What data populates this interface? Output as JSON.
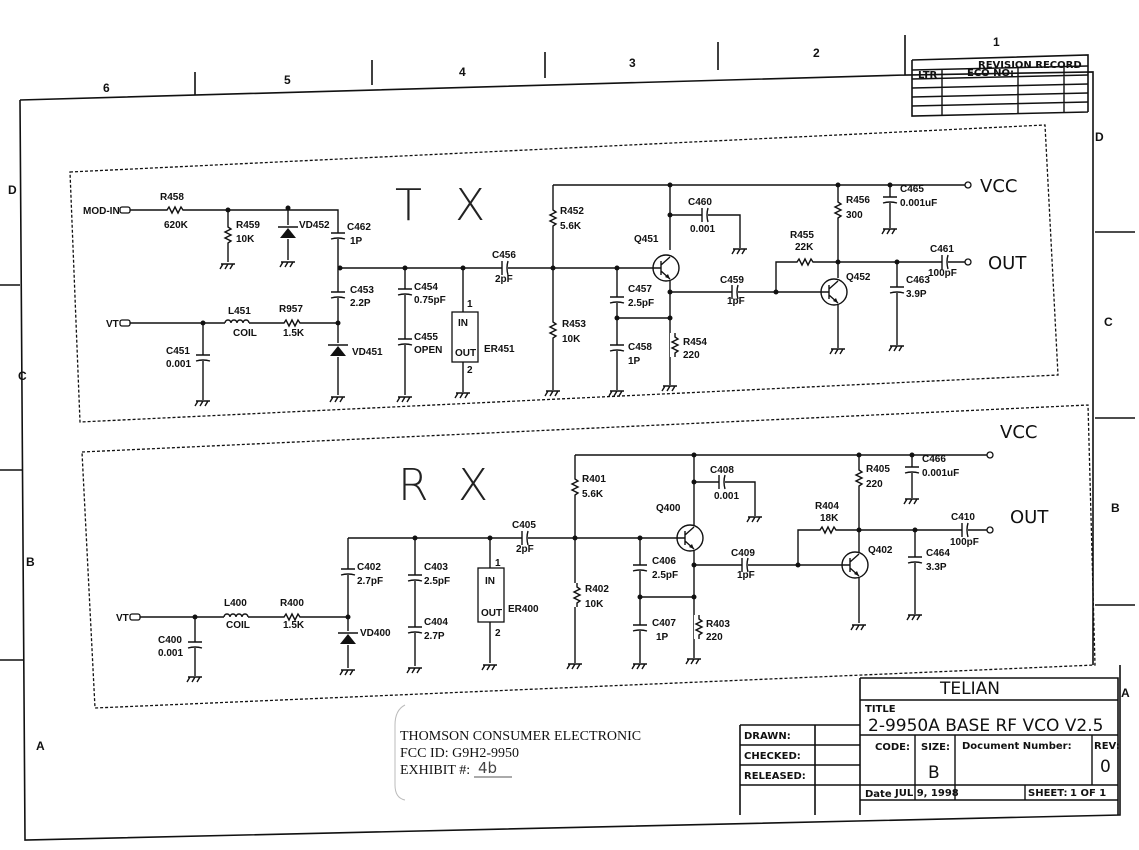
{
  "sheet": {
    "zones_top": [
      "6",
      "5",
      "4",
      "3",
      "2",
      "1"
    ],
    "zones_side": [
      "D",
      "C",
      "B",
      "A"
    ]
  },
  "revision_record": {
    "title": "REVISION RECORD",
    "ltr": "LTR",
    "eco": "ECO NO:"
  },
  "tx": {
    "title_t": "T",
    "title_x": "X",
    "mod_in": "MOD-IN",
    "vt": "VT",
    "vcc": "VCC",
    "out": "OUT",
    "r458": [
      "R458",
      "620K"
    ],
    "r459": [
      "R459",
      "10K"
    ],
    "vd452": "VD452",
    "c462": [
      "C462",
      "1P"
    ],
    "c453": [
      "C453",
      "2.2P"
    ],
    "l451": [
      "L451",
      "COIL"
    ],
    "r957": [
      "R957",
      "1.5K"
    ],
    "c451": [
      "C451",
      "0.001"
    ],
    "vd451": "VD451",
    "c454": [
      "C454",
      "0.75pF"
    ],
    "c455": [
      "C455",
      "OPEN"
    ],
    "er451": {
      "ref": "ER451",
      "in": "IN",
      "out": "OUT",
      "pin1": "1",
      "pin2": "2"
    },
    "c456": [
      "C456",
      "2pF"
    ],
    "r452": [
      "R452",
      "5.6K"
    ],
    "r453": [
      "R453",
      "10K"
    ],
    "c457": [
      "C457",
      "2.5pF"
    ],
    "c458": [
      "C458",
      "1P"
    ],
    "q451": "Q451",
    "c460": [
      "C460",
      "0.001"
    ],
    "r454": [
      "R454",
      "220"
    ],
    "c459": [
      "C459",
      "1pF"
    ],
    "r455": [
      "R455",
      "22K"
    ],
    "q452": "Q452",
    "r456": [
      "R456",
      "300"
    ],
    "c465": [
      "C465",
      "0.001uF"
    ],
    "c461": [
      "C461",
      "100pF"
    ],
    "c463": [
      "C463",
      "3.9P"
    ]
  },
  "rx": {
    "title_r": "R",
    "title_x": "X",
    "vt": "VT",
    "vcc": "VCC",
    "out": "OUT",
    "c400": [
      "C400",
      "0.001"
    ],
    "l400": [
      "L400",
      "COIL"
    ],
    "r400": [
      "R400",
      "1.5K"
    ],
    "c402": [
      "C402",
      "2.7pF"
    ],
    "vd400": "VD400",
    "c403": [
      "C403",
      "2.5pF"
    ],
    "c404": [
      "C404",
      "2.7P"
    ],
    "er400": {
      "ref": "ER400",
      "in": "IN",
      "out": "OUT",
      "pin1": "1",
      "pin2": "2"
    },
    "c405": [
      "C405",
      "2pF"
    ],
    "r401": [
      "R401",
      "5.6K"
    ],
    "r402": [
      "R402",
      "10K"
    ],
    "c406": [
      "C406",
      "2.5pF"
    ],
    "c407": [
      "C407",
      "1P"
    ],
    "q400": "Q400",
    "c408": [
      "C408",
      "0.001"
    ],
    "r403": [
      "R403",
      "220"
    ],
    "c409": [
      "C409",
      "1pF"
    ],
    "r404": [
      "R404",
      "18K"
    ],
    "q402": "Q402",
    "r405": [
      "R405",
      "220"
    ],
    "c466": [
      "C466",
      "0.001uF"
    ],
    "c410": [
      "C410",
      "100pF"
    ],
    "c464": [
      "C464",
      "3.3P"
    ]
  },
  "note": {
    "company": "THOMSON CONSUMER ELECTRONIC",
    "fcc": "FCC ID:  G9H2-9950",
    "exhibit_label": "EXHIBIT #:",
    "exhibit_value": "4b"
  },
  "title_block": {
    "company": "TELIAN",
    "title_label": "TITLE",
    "title": "2-9950A  BASE  RF  VCO  V2.5",
    "drawn": "DRAWN:",
    "checked": "CHECKED:",
    "released": "RELEASED:",
    "code_label": "CODE:",
    "size_label": "SIZE:",
    "size": "B",
    "doc_label": "Document  Number:",
    "rev_label": "REV:",
    "rev": "0",
    "date_label": "Date",
    "date": "JUL  9,  1998",
    "sheet_label": "SHEET:",
    "sheet": "1  OF  1"
  }
}
